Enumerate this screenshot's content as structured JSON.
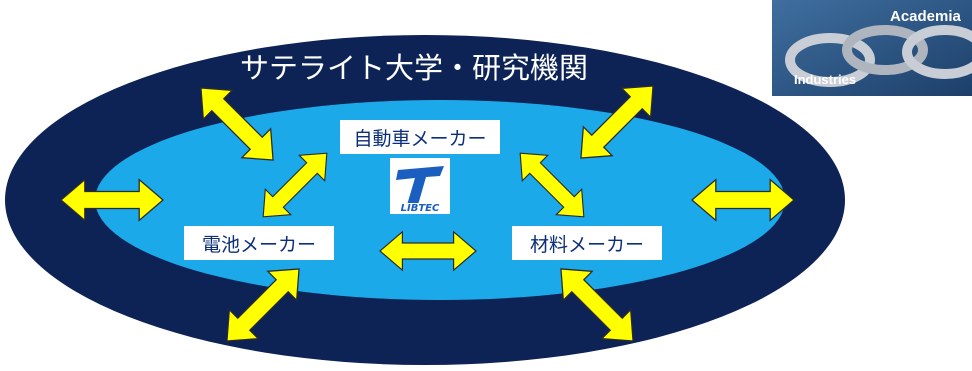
{
  "diagram": {
    "outer_label": "サテライト大学・研究機関",
    "nodes": {
      "automaker": "自動車メーカー",
      "battery_maker": "電池メーカー",
      "materials_maker": "材料メーカー"
    },
    "logo_text": "LIBTEC"
  },
  "image": {
    "label_top": "Academia",
    "label_bottom": "Industries"
  },
  "colors": {
    "outer_ellipse": "#0d2356",
    "inner_ellipse": "#1ba9e9",
    "arrow_fill": "#ffff00",
    "arrow_stroke": "#2b2b2b",
    "label_text": "#0b2f7a"
  }
}
